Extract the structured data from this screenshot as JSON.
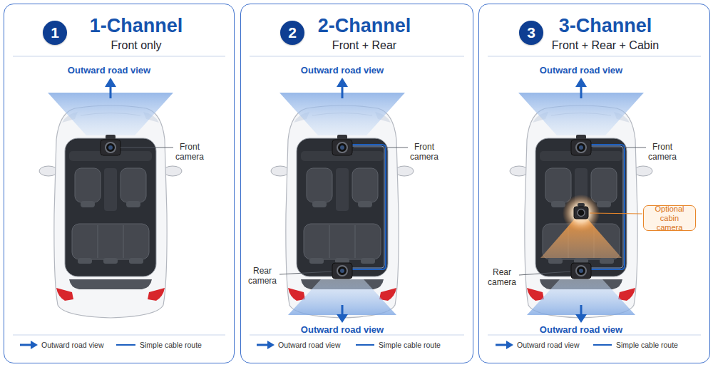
{
  "diagram": {
    "nodes": [
      {
        "text": [
          "1-Channel",
          "Front only"
        ]
      },
      {
        "text": [
          "1"
        ],
        "in": 0
      },
      {
        "text": [
          "2-Channel",
          "Front + Rear"
        ]
      },
      {
        "text": [
          "2"
        ],
        "in": 2
      },
      {
        "text": [
          "3-Channel",
          "Front + Rear + Cabin"
        ]
      },
      {
        "text": [
          "3"
        ],
        "in": 4
      },
      {
        "text": [
          "Optional cabin camera"
        ],
        "in": 4
      }
    ],
    "labels": [
      "Outward road view",
      "Front camera",
      "Outward road view",
      "Front camera",
      "Rear camera",
      "Outward road view",
      "Outward road view",
      "Front camera",
      "Rear camera",
      "Outward road view"
    ],
    "legend": [
      {
        "text": "Outward road view"
      },
      {
        "text": "Simple cable route"
      },
      {
        "text": "Outward road view"
      },
      {
        "text": "Simple cable route"
      },
      {
        "text": "Outward road view"
      },
      {
        "text": "Simple cable route"
      }
    ]
  }
}
